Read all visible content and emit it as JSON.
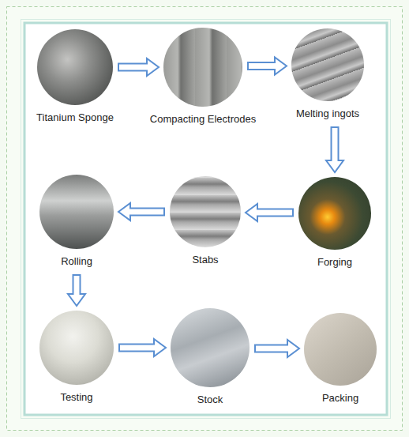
{
  "diagram": {
    "nodes": [
      {
        "text": [
          "Titanium Sponge"
        ]
      },
      {
        "text": [
          "Compacting Electrodes"
        ]
      },
      {
        "text": [
          "Melting ingots"
        ]
      },
      {
        "text": [
          "Forging"
        ]
      },
      {
        "text": [
          "Stabs"
        ]
      },
      {
        "text": [
          "Rolling"
        ]
      },
      {
        "text": [
          "Testing"
        ]
      },
      {
        "text": [
          "Stock"
        ]
      },
      {
        "text": [
          "Packing"
        ]
      }
    ],
    "edges": [
      {
        "from": 0,
        "to": 1,
        "arrow": "to"
      },
      {
        "from": 1,
        "to": 2,
        "arrow": "to"
      },
      {
        "from": 2,
        "to": 3,
        "arrow": "to"
      },
      {
        "from": 3,
        "to": 4,
        "arrow": "to"
      },
      {
        "from": 4,
        "to": 5,
        "arrow": "to"
      },
      {
        "from": 5,
        "to": 6,
        "arrow": "to"
      },
      {
        "from": 6,
        "to": 7,
        "arrow": "to"
      },
      {
        "from": 7,
        "to": 8,
        "arrow": "to"
      }
    ]
  }
}
